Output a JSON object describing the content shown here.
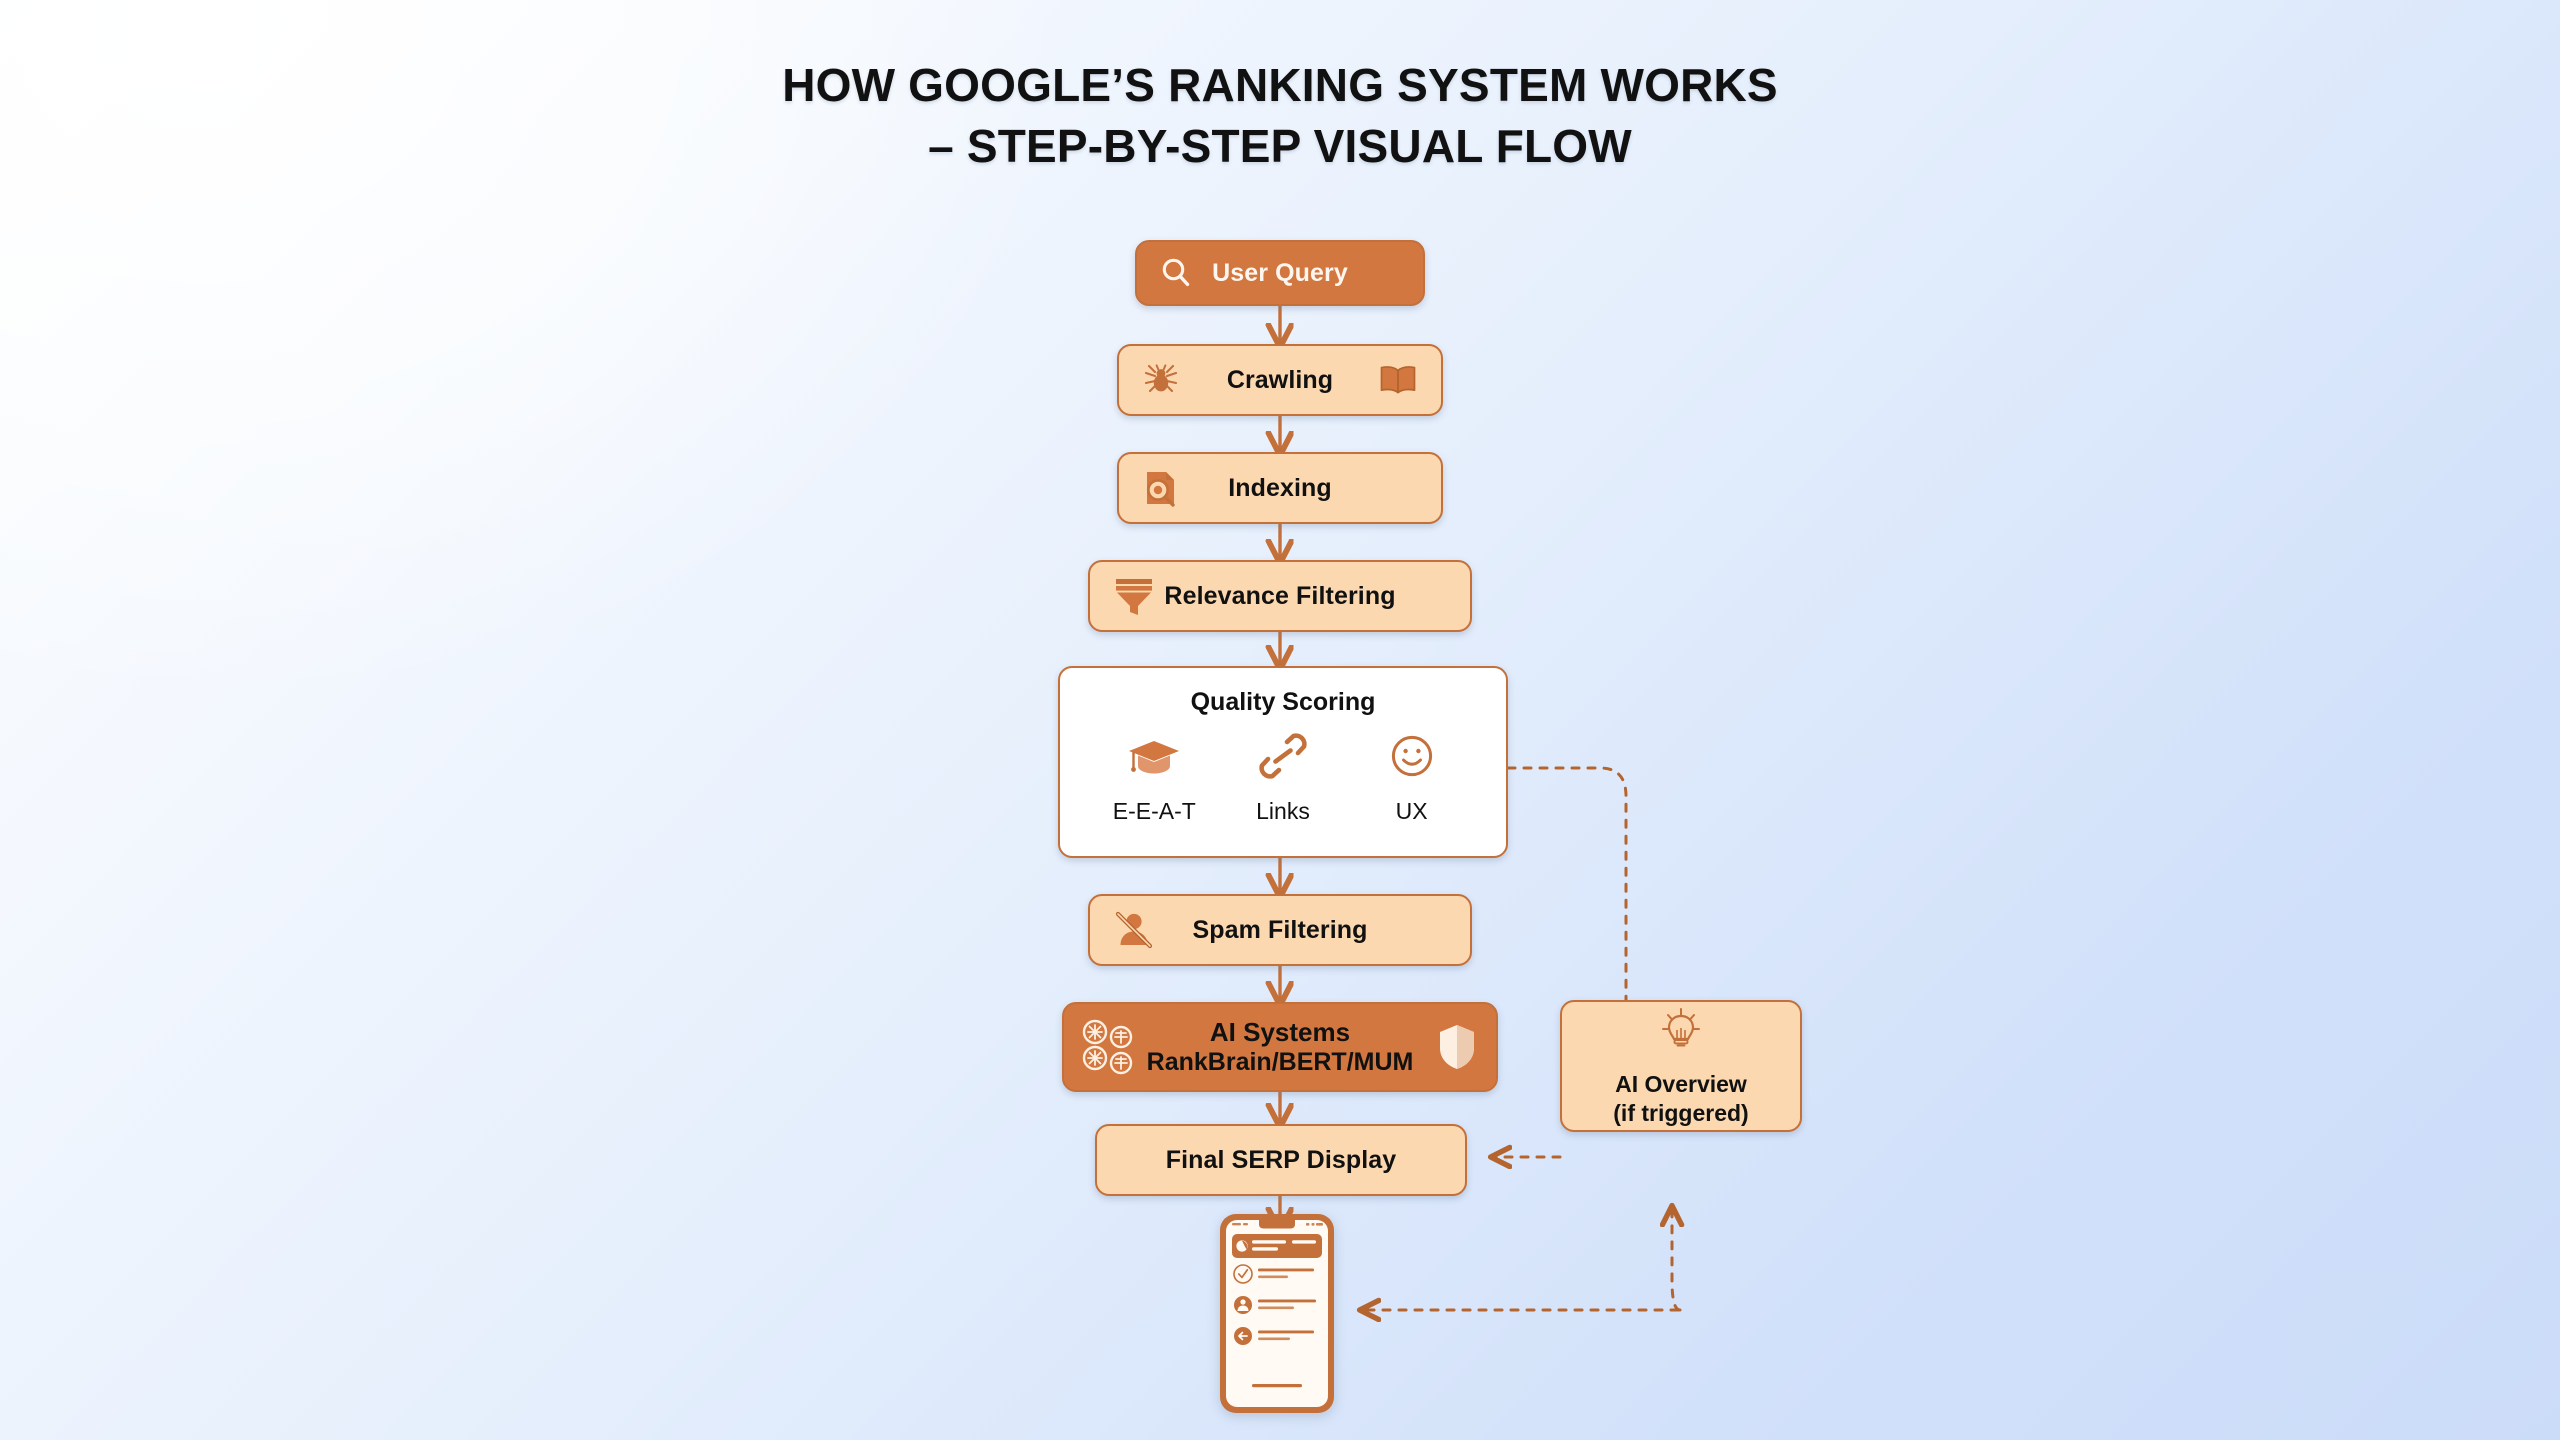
{
  "title": {
    "line1": "HOW GOOGLE’S RANKING SYSTEM WORKS",
    "line2": "– STEP-BY-STEP VISUAL FLOW"
  },
  "colors": {
    "accent_solid": "#d2773f",
    "accent_border": "#c4703a",
    "node_fill": "#fcd8b0",
    "panel_fill": "#ffffff",
    "text_dark": "#111111",
    "text_light": "#fdf6ef",
    "background_from": "#ffffff",
    "background_to": "#cbdcf9"
  },
  "flow": {
    "steps": [
      {
        "id": "user-query",
        "label": "User Query",
        "style": "solid",
        "icons": {
          "left": "search-icon",
          "right": null
        }
      },
      {
        "id": "crawling",
        "label": "Crawling",
        "style": "peach",
        "icons": {
          "left": "spider-icon",
          "right": "open-book-icon"
        }
      },
      {
        "id": "indexing",
        "label": "Indexing",
        "style": "peach",
        "icons": {
          "left": "document-search-icon",
          "right": null
        }
      },
      {
        "id": "relevance-filtering",
        "label": "Relevance Filtering",
        "style": "peach",
        "icons": {
          "left": "funnel-icon",
          "right": null
        }
      },
      {
        "id": "spam-filtering",
        "label": "Spam Filtering",
        "style": "peach",
        "icons": {
          "left": "no-user-icon",
          "right": null
        }
      },
      {
        "id": "final-serp-display",
        "label": "Final SERP Display",
        "style": "peach",
        "icons": {
          "left": null,
          "right": null
        }
      }
    ],
    "quality_scoring": {
      "title": "Quality Scoring",
      "factors": [
        {
          "label": "E-E-A-T",
          "icon": "graduation-cap-icon"
        },
        {
          "label": "Links",
          "icon": "chain-link-icon"
        },
        {
          "label": "UX",
          "icon": "smiley-face-icon"
        }
      ]
    },
    "ai_systems": {
      "line1": "AI Systems",
      "line2": "RankBrain/BERT/MUM",
      "icons": {
        "left": "ai-modules-grid-icon",
        "right": "shield-icon"
      }
    },
    "ai_overview": {
      "line1": "AI Overview",
      "line2": "(if triggered)",
      "icon": "lightbulb-icon"
    },
    "result_device": {
      "icon": "mobile-serp-icon"
    }
  },
  "connectors": {
    "solid_arrows": [
      {
        "from": "user-query",
        "to": "crawling"
      },
      {
        "from": "crawling",
        "to": "indexing"
      },
      {
        "from": "indexing",
        "to": "relevance-filtering"
      },
      {
        "from": "relevance-filtering",
        "to": "quality-scoring"
      },
      {
        "from": "quality-scoring",
        "to": "spam-filtering"
      },
      {
        "from": "spam-filtering",
        "to": "ai-systems"
      },
      {
        "from": "ai-systems",
        "to": "final-serp-display"
      },
      {
        "from": "final-serp-display",
        "to": "result-device"
      }
    ],
    "dashed_arrows": [
      {
        "from": "quality-scoring",
        "to": "ai-overview",
        "arrow": false
      },
      {
        "from": "ai-overview",
        "to": "final-serp-display",
        "arrow": true
      },
      {
        "from": "result-device",
        "to": "ai-overview",
        "arrow": true
      }
    ]
  }
}
